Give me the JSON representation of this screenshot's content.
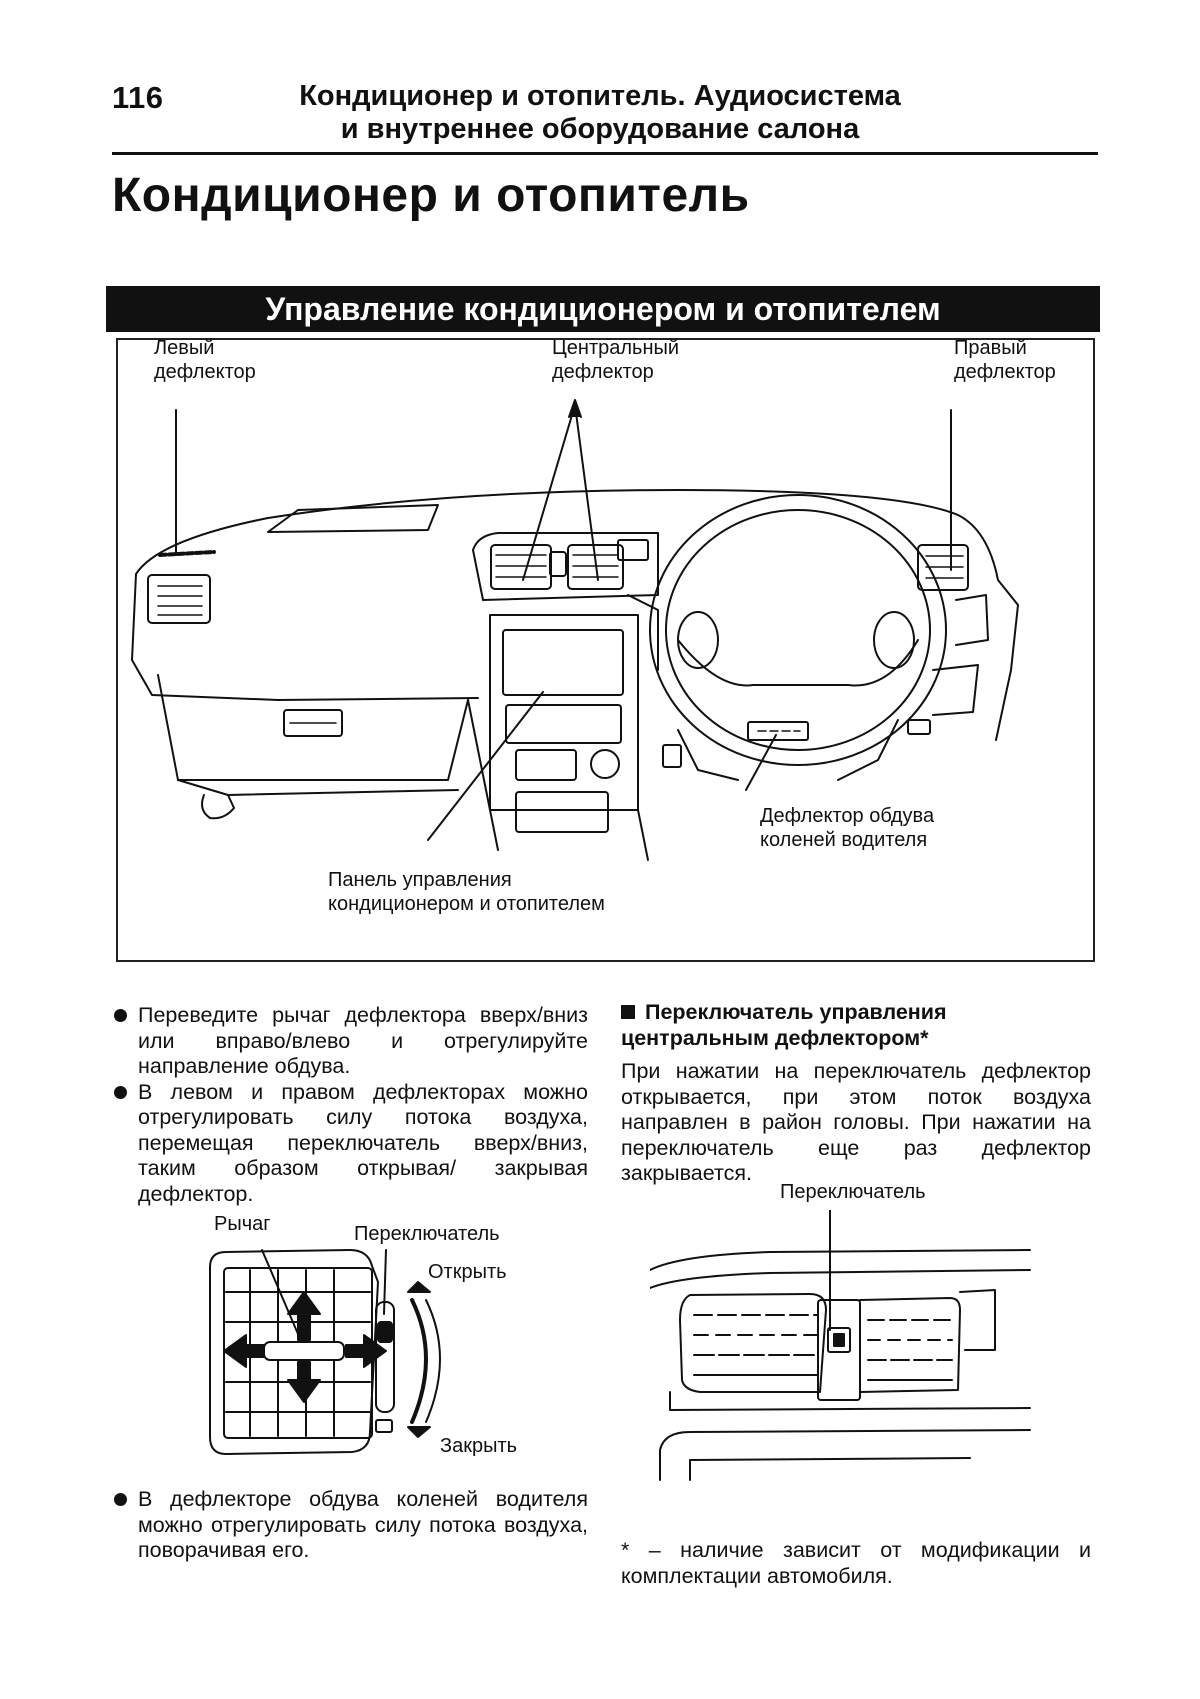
{
  "header": {
    "page_number": "116",
    "running_title_line1": "Кондиционер и отопитель. Аудиосистема",
    "running_title_line2": "и внутреннее оборудование салона"
  },
  "page_title": "Кондиционер и отопитель",
  "section_title": "Управление кондиционером и отопителем",
  "dashboard_figure": {
    "left_vent_l1": "Левый",
    "left_vent_l2": "дефлектор",
    "center_vent_l1": "Центральный",
    "center_vent_l2": "дефлектор",
    "right_vent_l1": "Правый",
    "right_vent_l2": "дефлектор",
    "knee_vent_l1": "Дефлектор обдува",
    "knee_vent_l2": "коленей водителя",
    "control_panel_l1": "Панель управления",
    "control_panel_l2": "кондиционером и отопителем"
  },
  "left_column": {
    "bullet1": "Переведите рычаг дефлектора вверх/вниз или вправо/влево и отрегулируйте направление обдува.",
    "bullet2": "В левом и правом дефлекторах можно отрегулировать силу потока воздуха, перемещая переключатель вверх/вниз, таким образом открывая/ закрывая дефлектор.",
    "bullet3": "В дефлекторе обдува коленей водителя можно отрегулировать силу потока воздуха, поворачивая его."
  },
  "side_vent_figure": {
    "lever": "Рычаг",
    "switch": "Переключатель",
    "open": "Открыть",
    "close": "Закрыть"
  },
  "right_column": {
    "heading": "Переключатель управления центральным дефлектором*",
    "paragraph": "При нажатии на переключатель дефлектор открывается, при этом поток воздуха направлен в район головы. При нажатии на переключатель еще раз дефлектор закрывается.",
    "footnote": "* – наличие зависит от модификации и комплектации автомобиля."
  },
  "center_vent_figure": {
    "switch": "Переключатель"
  }
}
